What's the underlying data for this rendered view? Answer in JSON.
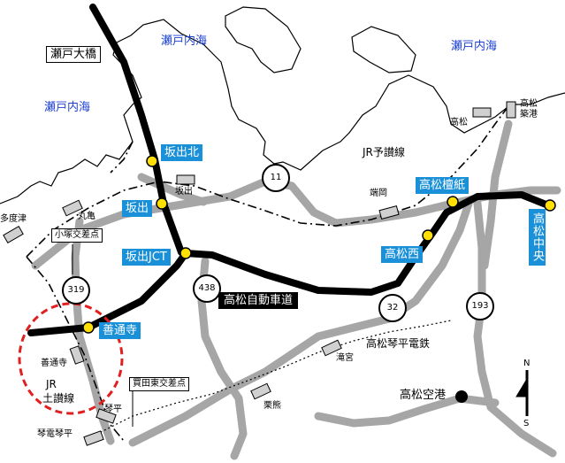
{
  "seas": {
    "label1": "瀬戸内海",
    "label2": "瀬戸内海",
    "label3": "瀬戸内海"
  },
  "bridge": "瀬戸大橋",
  "interchanges": {
    "sakaide_kita": "坂出北",
    "sakaide": "坂出",
    "sakaide_jct": "坂出JCT",
    "zentsuji": "善通寺",
    "takamatsu_nishi": "高松西",
    "takamatsu_danshi": "高松檀紙",
    "takamatsu_chuo": "高松中央"
  },
  "expressway": "高松自動車道",
  "rail_lines": {
    "yosan": "JR予讃線",
    "dosan_line1": "JR",
    "dosan_line2": "土讃線",
    "kotoden": "高松琴平電鉄"
  },
  "stations": {
    "tadotsu": "多度津",
    "marugame": "丸亀",
    "sakaide": "坂出",
    "hashioka": "端岡",
    "takamatsu": "高松",
    "ritsurin": "高松\n築港",
    "zentsuji": "善通寺",
    "kotohira": "琴平",
    "kotoden_kotohira": "琴電琴平",
    "takinomiya": "滝宮",
    "kuruma": "栗熊"
  },
  "intersections": {
    "kozuka": "小塚交差点",
    "kaita_higashi": "買田東交差点"
  },
  "routes": [
    "11",
    "319",
    "438",
    "32",
    "193"
  ],
  "airport": "高松空港",
  "compass": {
    "n": "N",
    "s": "S"
  },
  "colors": {
    "expressway": "#000000",
    "roads": "#a6a6a6",
    "ic_label": "#1a90d8",
    "sea_text": "#1a3fd0",
    "interchange_dot": "#ffe000",
    "zentsuji_circle": "#e02020"
  }
}
